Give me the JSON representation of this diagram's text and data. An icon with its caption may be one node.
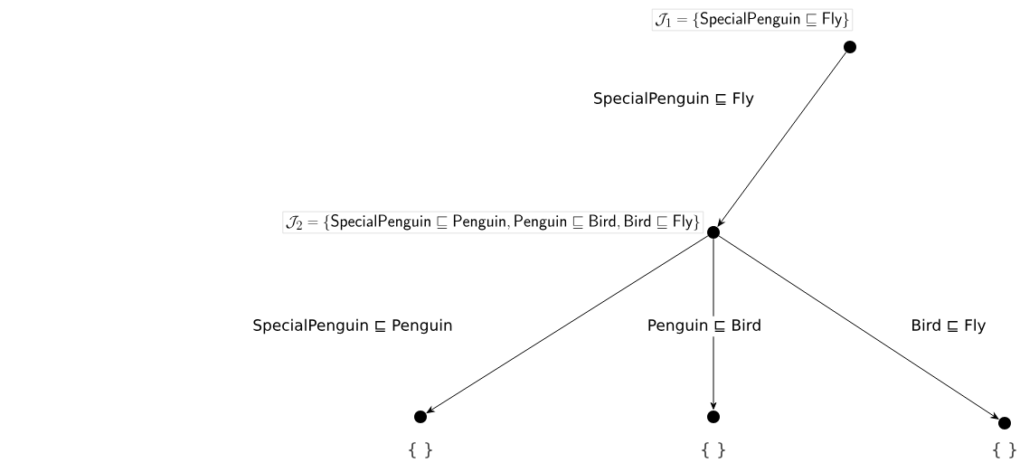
{
  "diagram": {
    "nodes": [
      {
        "text": [
          "\\mathcal{J}_1 = \\{\\mathsf{SpecialPenguin} \\sqsubseteq \\mathsf{Fly}\\}"
        ]
      },
      {
        "text": [
          "\\mathcal{J}_2 = \\{\\mathsf{SpecialPenguin} \\sqsubseteq \\mathsf{Penguin}, \\mathsf{Penguin} \\sqsubseteq \\mathsf{Bird}, \\mathsf{Bird} \\sqsubseteq \\mathsf{Fly}\\}"
        ]
      },
      {
        "text": [
          "{ }"
        ]
      },
      {
        "text": [
          "{ }"
        ]
      },
      {
        "text": [
          "{ }"
        ]
      }
    ],
    "edges": [
      {
        "from": 0,
        "to": 1,
        "arrow": "to",
        "label": "SpecialPenguin ⊑ Fly"
      },
      {
        "from": 1,
        "to": 2,
        "arrow": "to",
        "label": "SpecialPenguin ⊑ Penguin"
      },
      {
        "from": 1,
        "to": 3,
        "arrow": "to",
        "label": "Penguin ⊑ Bird"
      },
      {
        "from": 1,
        "to": 4,
        "arrow": "to",
        "label": "Bird ⊑ Fly"
      }
    ]
  }
}
